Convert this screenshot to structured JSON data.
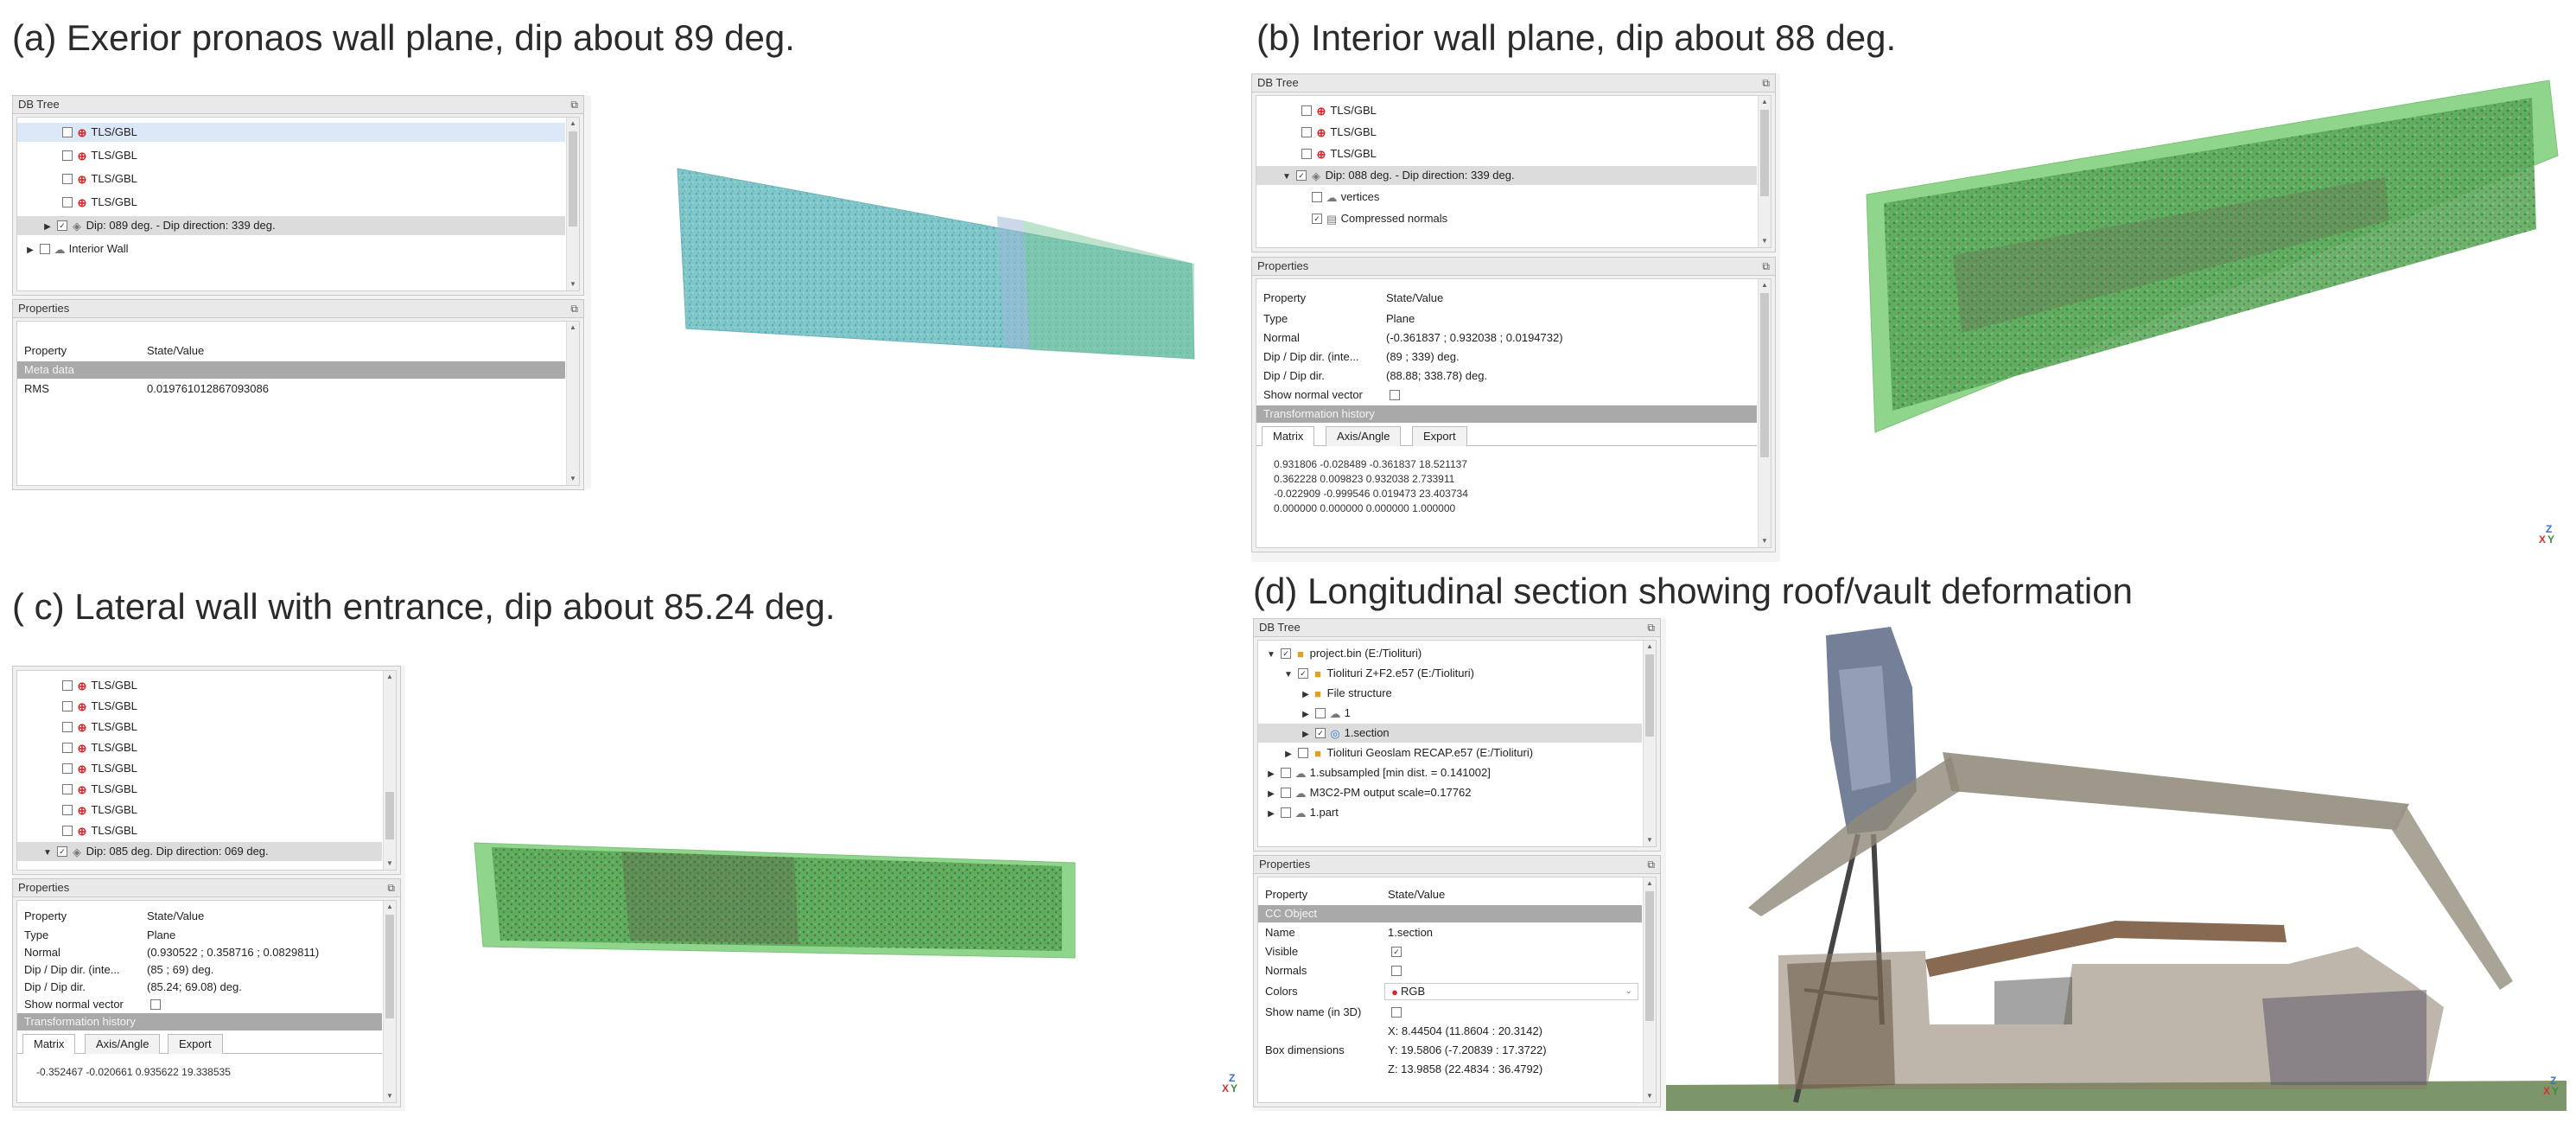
{
  "colors": {
    "panel_bg": "#f0f0f0",
    "group_row": "#a9a9a9",
    "selected_row": "#dcdcdc",
    "highlight_row": "#dbe8f7",
    "plane_cyan": "#7fc6c8",
    "plane_green": "#6cc56a",
    "target_red": "#d7262b",
    "folder_yellow": "#e0a021"
  },
  "icons": {
    "tls": "target-icon",
    "plane": "plane-icon",
    "cloud": "cloud-icon",
    "folder": "folder-icon",
    "section": "polyline-icon",
    "undock": "undock-icon"
  },
  "panel_a": {
    "caption": "(a) Exerior pronaos wall plane, dip about 89 deg.",
    "dbtree_title": "DB Tree",
    "tree": [
      {
        "label": "TLS/GBL"
      },
      {
        "label": "TLS/GBL"
      },
      {
        "label": "TLS/GBL"
      },
      {
        "label": "TLS/GBL"
      },
      {
        "label": "Dip: 089 deg. - Dip direction: 339 deg."
      },
      {
        "label": "Interior Wall"
      }
    ],
    "properties_title": "Properties",
    "props": {
      "head_k": "Property",
      "head_v": "State/Value",
      "group": "Meta data",
      "rms_k": "RMS",
      "rms_v": "0.019761012867093086"
    }
  },
  "panel_b": {
    "caption": "(b) Interior wall plane, dip about 88  deg.",
    "dbtree_title": "DB Tree",
    "tree": [
      {
        "label": "TLS/GBL"
      },
      {
        "label": "TLS/GBL"
      },
      {
        "label": "TLS/GBL"
      },
      {
        "label": "Dip: 088 deg. - Dip direction: 339 deg."
      },
      {
        "label": "vertices"
      },
      {
        "label": "Compressed normals"
      }
    ],
    "properties_title": "Properties",
    "props": {
      "head_k": "Property",
      "head_v": "State/Value",
      "type_k": "Type",
      "type_v": "Plane",
      "normal_k": "Normal",
      "normal_v": "(-0.361837 ; 0.932038 ; 0.0194732)",
      "dip_int_k": "Dip / Dip dir. (inte...",
      "dip_int_v": "(89 ; 339) deg.",
      "dip_k": "Dip / Dip dir.",
      "dip_v": "(88.88; 338.78) deg.",
      "show_normal_k": "Show normal vector",
      "group": "Transformation history"
    },
    "tabs": [
      "Matrix",
      "Axis/Angle",
      "Export"
    ],
    "matrix": [
      "0.931806 -0.028489 -0.361837 18.521137",
      "0.362228 0.009823 0.932038 2.733911",
      "-0.022909 -0.999546 0.019473 23.403734",
      "0.000000 0.000000 0.000000 1.000000"
    ],
    "axes": {
      "x": "X",
      "y": "Y",
      "z": "Z"
    }
  },
  "panel_c": {
    "caption": "( c)  Lateral wall with entrance, dip about 85.24 deg.",
    "tree": [
      {
        "label": "TLS/GBL"
      },
      {
        "label": "TLS/GBL"
      },
      {
        "label": "TLS/GBL"
      },
      {
        "label": "TLS/GBL"
      },
      {
        "label": "TLS/GBL"
      },
      {
        "label": "TLS/GBL"
      },
      {
        "label": "TLS/GBL"
      },
      {
        "label": "TLS/GBL"
      },
      {
        "label": "Dip: 085 deg.   Dip direction: 069 deg."
      }
    ],
    "properties_title": "Properties",
    "props": {
      "head_k": "Property",
      "head_v": "State/Value",
      "type_k": "Type",
      "type_v": "Plane",
      "normal_k": "Normal",
      "normal_v": "(0.930522 ; 0.358716 ; 0.0829811)",
      "dip_int_k": "Dip / Dip dir. (inte...",
      "dip_int_v": "(85 ; 69) deg.",
      "dip_k": "Dip / Dip dir.",
      "dip_v": "(85.24; 69.08) deg.",
      "show_normal_k": "Show normal vector",
      "group": "Transformation history"
    },
    "tabs": [
      "Matrix",
      "Axis/Angle",
      "Export"
    ],
    "matrix": [
      "-0.352467 -0.020661 0.935622 19.338535"
    ],
    "axes": {
      "x": "X",
      "y": "Y",
      "z": "Z"
    }
  },
  "panel_d": {
    "caption": "(d) Longitudinal section showing roof/vault deformation",
    "dbtree_title": "DB Tree",
    "tree": [
      {
        "label": "project.bin (E:/Tiolituri)"
      },
      {
        "label": "Tiolituri Z+F2.e57 (E:/Tiolituri)"
      },
      {
        "label": "File structure"
      },
      {
        "label": "1"
      },
      {
        "label": "1.section"
      },
      {
        "label": "Tiolituri Geoslam RECAP.e57 (E:/Tiolituri)"
      },
      {
        "label": "1.subsampled [min dist. = 0.141002]"
      },
      {
        "label": "M3C2-PM output scale=0.17762"
      },
      {
        "label": "1.part"
      }
    ],
    "properties_title": "Properties",
    "props": {
      "head_k": "Property",
      "head_v": "State/Value",
      "group": "CC Object",
      "name_k": "Name",
      "name_v": "1.section",
      "visible_k": "Visible",
      "normals_k": "Normals",
      "colors_k": "Colors",
      "colors_v": "RGB",
      "showname_k": "Show name (in 3D)",
      "box_k": "Box dimensions",
      "box_x": "X: 8.44504 (11.8604 : 20.3142)",
      "box_y": "Y: 19.5806 (-7.20839 : 17.3722)",
      "box_z": "Z: 13.9858 (22.4834 : 36.4792)"
    },
    "axes": {
      "x": "X",
      "y": "Y",
      "z": "Z"
    }
  }
}
